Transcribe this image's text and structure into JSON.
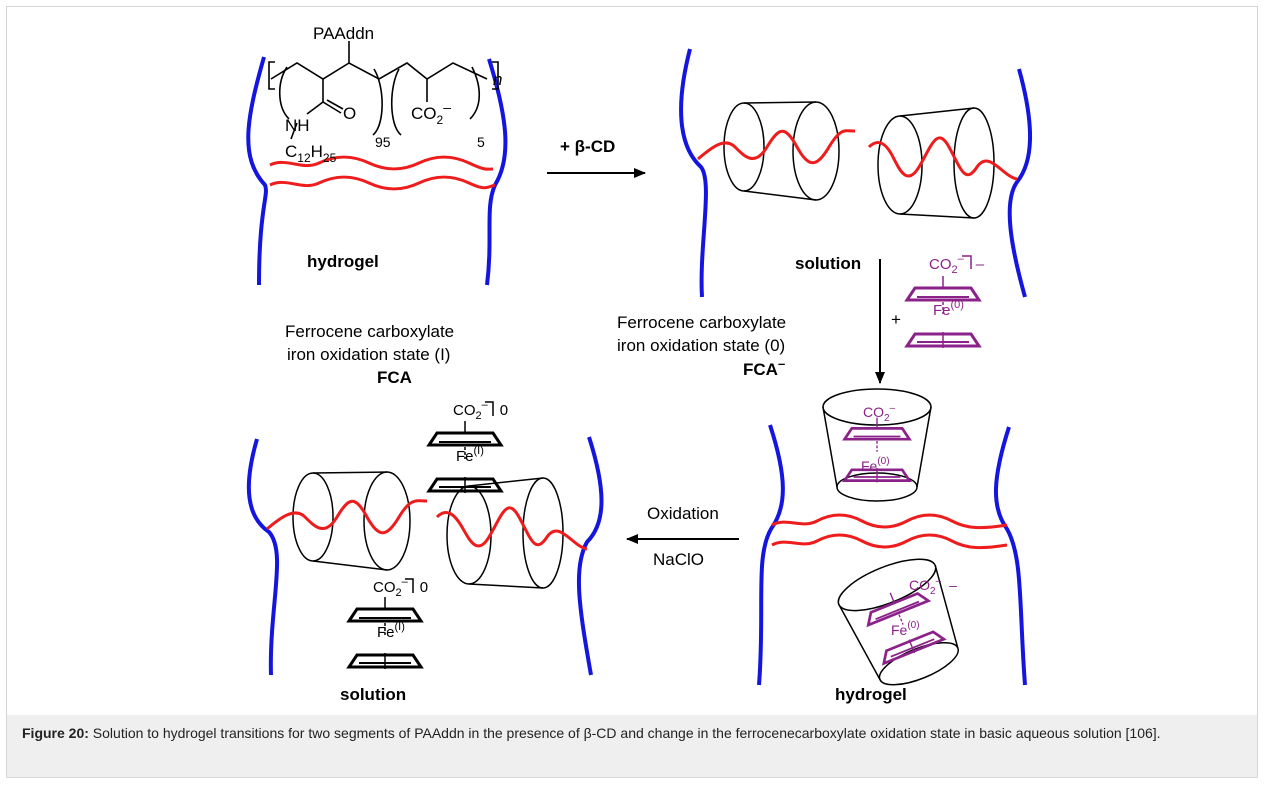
{
  "scheme": {
    "polymer_name": "PAAddn",
    "subscript_n": "n",
    "amide_group_nh": "NH",
    "amide_oxygen": "O",
    "alkyl_c": "C",
    "alkyl_h": "H",
    "alkyl_c_count": "12",
    "alkyl_h_count": "25",
    "carboxylate": "CO",
    "carboxylate_sub": "2",
    "carboxylate_charge": "–",
    "repeat_95": "95",
    "repeat_5": "5",
    "step1_reagent": "+ β-CD",
    "label_hydrogel_top": "hydrogel",
    "label_solution_top": "solution",
    "label_solution_bottom": "solution",
    "label_hydrogel_bottom": "hydrogel",
    "fca_minus_desc_line1": "Ferrocene carboxylate",
    "fca_minus_desc_line2": "iron oxidation state (0)",
    "fca_minus_label": "FCA",
    "fca_minus_label_sup": "–",
    "fca_desc_line1": "Ferrocene carboxylate",
    "fca_desc_line2": "iron oxidation state (I)",
    "fca_label": "FCA",
    "plus_sign": "+",
    "iron": "Fe",
    "fe0_sup": "(0)",
    "fe1_sup": "(I)",
    "charge_minus": "–",
    "charge_zero": "0",
    "oxidation_label": "Oxidation",
    "oxidant": "NaClO",
    "colors": {
      "gel_wall": "#1515e0",
      "polymer_chain": "#ee1c1c",
      "ferrocene_fca_minus": "#8b2289",
      "ferrocene_fca": "#000000"
    }
  },
  "caption": {
    "label": "Figure 20:",
    "text": " Solution to hydrogel transitions for two segments of PAAddn in the presence of β-CD and change in the ferrocenecarboxylate oxidation state in basic aqueous solution [106]."
  }
}
